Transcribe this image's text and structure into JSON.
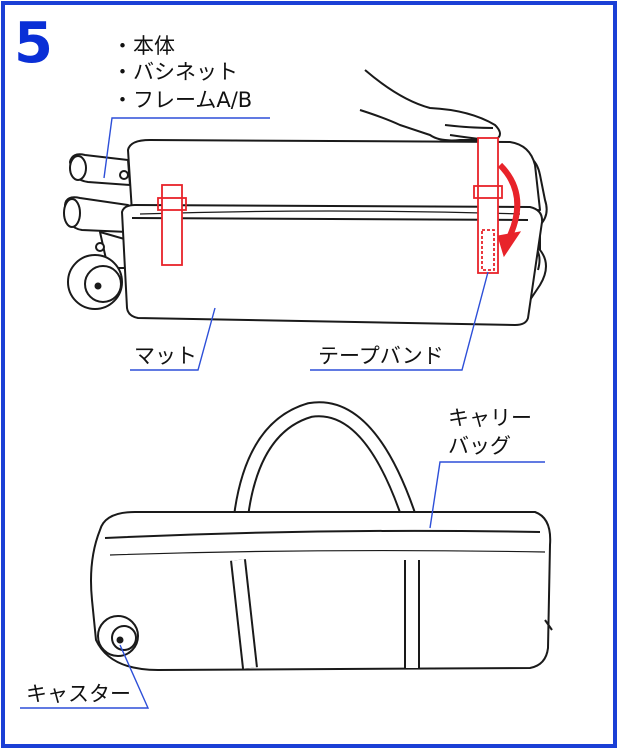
{
  "step_number": "5",
  "contents_list": [
    "・本体",
    "・バシネット",
    "・フレームA/B"
  ],
  "labels": {
    "mat": "マット",
    "tape_band": "テープバンド",
    "carry_bag_line1": "キャリー",
    "carry_bag_line2": "バッグ",
    "caster": "キャスター"
  },
  "colors": {
    "border": "#1a3fd6",
    "step_number": "#0a2fd6",
    "leader_line": "#2d4fd8",
    "tape_band": "#e8232a",
    "line_art": "#1a1a1a"
  }
}
